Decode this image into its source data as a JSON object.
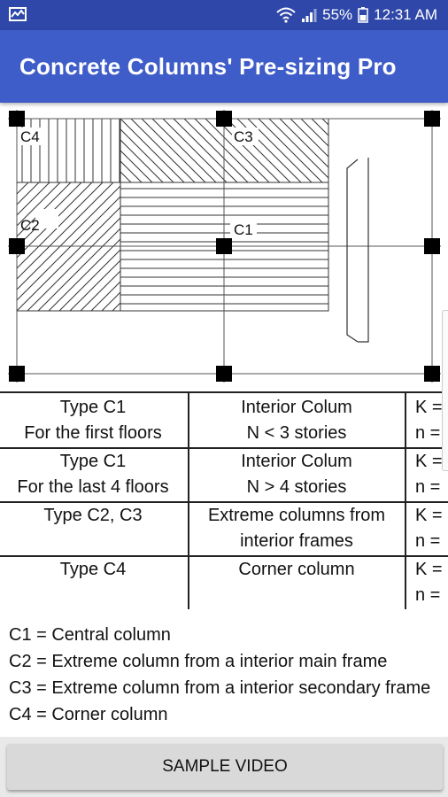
{
  "status_bar": {
    "battery_percent": "55%",
    "time": "12:31 AM"
  },
  "app_bar": {
    "title": "Concrete Columns' Pre-sizing Pro"
  },
  "diagram": {
    "labels": [
      "C4",
      "C3",
      "C2",
      "C1"
    ]
  },
  "table": {
    "rows": [
      {
        "type_line1": "Type C1",
        "type_line2": "For the first floors",
        "desc_line1": "Interior Colum",
        "desc_line2": "N < 3 stories",
        "k_line1": "K = ",
        "k_line2": "n = "
      },
      {
        "type_line1": "Type C1",
        "type_line2": "For the last 4 floors",
        "desc_line1": "Interior Colum",
        "desc_line2": "N > 4 stories",
        "k_line1": "K = ",
        "k_line2": "n = "
      },
      {
        "type_line1": "Type C2, C3",
        "type_line2": "",
        "desc_line1": "Extreme columns from",
        "desc_line2": "interior frames",
        "k_line1": "K = ",
        "k_line2": "n = "
      },
      {
        "type_line1": "Type C4",
        "type_line2": "",
        "desc_line1": "Corner column",
        "desc_line2": "",
        "k_line1": "K = ",
        "k_line2": "n = "
      }
    ]
  },
  "legend": [
    "C1 = Central column",
    "C2 = Extreme column from a interior main frame",
    "C3 = Extreme column from a interior secondary frame",
    "C4 = Corner column"
  ],
  "bottom": {
    "button_label": "SAMPLE VIDEO"
  }
}
